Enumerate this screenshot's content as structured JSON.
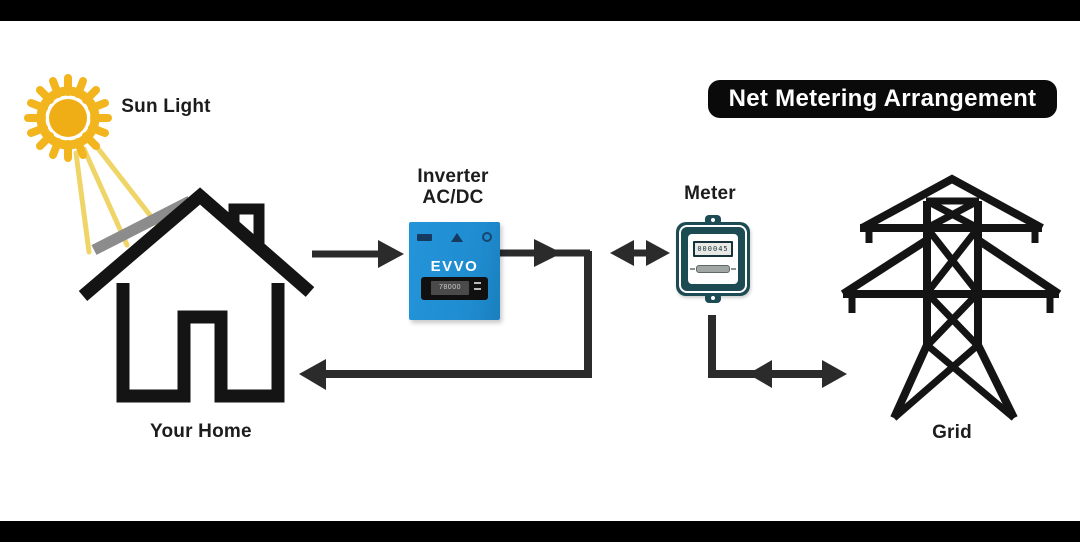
{
  "title": {
    "label": "Net Metering Arrangement"
  },
  "colors": {
    "background": "#ffffff",
    "letterbox": "#000000",
    "title_bg": "#0a0a0a",
    "title_text": "#ffffff",
    "line_art": "#141414",
    "arrow": "#2b2b2b",
    "sun_gold": "#f2b51e",
    "sun_core": "#efae15",
    "sun_ray_light": "#efd468",
    "roof_shadow": "#8c8c8c",
    "inverter_blue": "#2191d6",
    "meter_teal": "#1c4b54"
  },
  "nodes": {
    "sun": {
      "label": "Sun Light"
    },
    "home": {
      "label": "Your Home"
    },
    "inverter": {
      "label_line1": "Inverter",
      "label_line2": "AC/DC",
      "brand": "EVVO",
      "display_value": "78000"
    },
    "meter": {
      "label": "Meter",
      "reading": "000045"
    },
    "grid": {
      "label": "Grid"
    }
  },
  "connections": [
    {
      "from": "sun",
      "to": "home",
      "style": "light-rays",
      "direction": "one-way"
    },
    {
      "from": "home",
      "to": "inverter",
      "style": "arrow",
      "direction": "one-way"
    },
    {
      "from": "inverter",
      "to": "junction",
      "style": "arrow",
      "direction": "one-way"
    },
    {
      "from": "junction",
      "to": "home",
      "style": "arrow",
      "direction": "one-way"
    },
    {
      "from": "junction",
      "to": "meter",
      "style": "arrow",
      "direction": "two-way"
    },
    {
      "from": "meter",
      "to": "grid",
      "style": "arrow",
      "direction": "two-way"
    }
  ]
}
